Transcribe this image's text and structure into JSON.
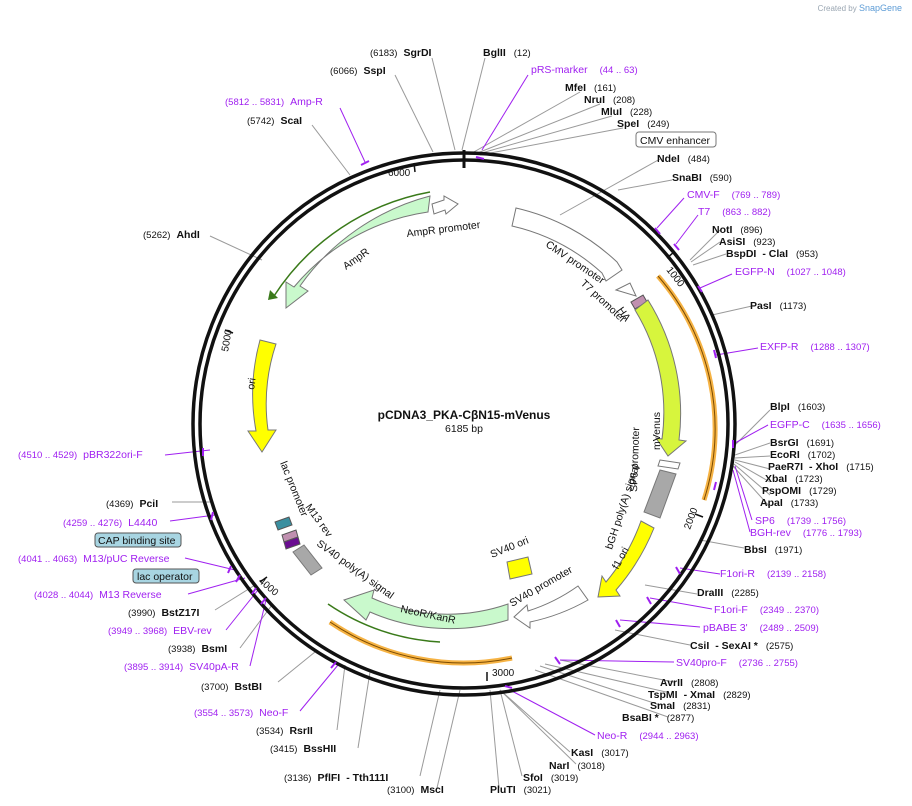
{
  "credit": {
    "prefix": "Created by",
    "brand": "SnapGene"
  },
  "plasmid": {
    "name": "pCDNA3_PKA-CβN15-mVenus",
    "length": "6185 bp",
    "total_bp": 6185
  },
  "ticks": [
    "1000",
    "2000",
    "3000",
    "4000",
    "5000",
    "6000"
  ],
  "colors": {
    "backbone": "#111111",
    "primer": "#a020f0",
    "site_line": "#9a9a9a",
    "primer_line": "#a020f0",
    "ampr": "#c9f9cc",
    "ori": "#ffff00",
    "promoter": "#ffffff",
    "mvenus": "#d7f53d",
    "polyA": "#a8a8a8",
    "orange_primer": "#f5a623"
  },
  "features": [
    {
      "id": "cmv-enhancer-label",
      "label": "CMV enhancer"
    },
    {
      "id": "cmv-promoter",
      "label": "CMV promoter"
    },
    {
      "id": "t7-promoter",
      "label": "T7 promoter"
    },
    {
      "id": "ha",
      "label": "HA"
    },
    {
      "id": "mvenus",
      "label": "mVenus"
    },
    {
      "id": "sp6-promoter",
      "label": "SP6 promoter"
    },
    {
      "id": "bgh-polya",
      "label": "bGH poly(A) signal"
    },
    {
      "id": "f1-ori",
      "label": "f1 ori"
    },
    {
      "id": "sv40-promoter",
      "label": "SV40 promoter"
    },
    {
      "id": "sv40-ori",
      "label": "SV40 ori"
    },
    {
      "id": "neor",
      "label": "NeoR/KanR"
    },
    {
      "id": "sv40-polya",
      "label": "SV40 poly(A) signal"
    },
    {
      "id": "m13-rev",
      "label": "M13 rev"
    },
    {
      "id": "lac-promoter",
      "label": "lac promoter"
    },
    {
      "id": "ori",
      "label": "ori"
    },
    {
      "id": "ampr",
      "label": "AmpR"
    },
    {
      "id": "ampr-promoter",
      "label": "AmpR promoter"
    },
    {
      "id": "cap-binding-site",
      "label": "CAP binding site"
    },
    {
      "id": "lac-operator",
      "label": "lac operator"
    }
  ],
  "sites": [
    {
      "name": "SgrDI",
      "pos": "(6183)"
    },
    {
      "name": "BglII",
      "pos": "(12)"
    },
    {
      "name": "SspI",
      "pos": "(6066)"
    },
    {
      "name": "MfeI",
      "pos": "(161)"
    },
    {
      "name": "NruI",
      "pos": "(208)"
    },
    {
      "name": "MluI",
      "pos": "(228)"
    },
    {
      "name": "ScaI",
      "pos": "(5742)"
    },
    {
      "name": "SpeI",
      "pos": "(249)"
    },
    {
      "name": "NdeI",
      "pos": "(484)"
    },
    {
      "name": "SnaBI",
      "pos": "(590)"
    },
    {
      "name": "AhdI",
      "pos": "(5262)"
    },
    {
      "name": "NotI",
      "pos": "(896)"
    },
    {
      "name": "AsiSI",
      "pos": "(923)"
    },
    {
      "name": "BspDI",
      "pos": "- ClaI",
      "pos2": "(953)"
    },
    {
      "name": "PasI",
      "pos": "(1173)"
    },
    {
      "name": "BlpI",
      "pos": "(1603)"
    },
    {
      "name": "BsrGI",
      "pos": "(1691)"
    },
    {
      "name": "EcoRI",
      "pos": "(1702)"
    },
    {
      "name": "PaeR7I",
      "pos": "- XhoI",
      "pos2": "(1715)"
    },
    {
      "name": "XbaI",
      "pos": "(1723)"
    },
    {
      "name": "PspOMI",
      "pos": "(1729)"
    },
    {
      "name": "ApaI",
      "pos": "(1733)"
    },
    {
      "name": "PciI",
      "pos": "(4369)"
    },
    {
      "name": "BbsI",
      "pos": "(1971)"
    },
    {
      "name": "DraIII",
      "pos": "(2285)"
    },
    {
      "name": "BstZ17I",
      "pos": "(3990)"
    },
    {
      "name": "CsiI",
      "pos": "- SexAI *",
      "pos2": "(2575)"
    },
    {
      "name": "BsmI",
      "pos": "(3938)"
    },
    {
      "name": "AvrII",
      "pos": "(2808)"
    },
    {
      "name": "TspMI",
      "pos": "- XmaI",
      "pos2": "(2829)"
    },
    {
      "name": "BstBI",
      "pos": "(3700)"
    },
    {
      "name": "SmaI",
      "pos": "(2831)"
    },
    {
      "name": "BsaBI *",
      "pos": "(2877)"
    },
    {
      "name": "RsrII",
      "pos": "(3534)"
    },
    {
      "name": "BssHII",
      "pos": "(3415)"
    },
    {
      "name": "KasI",
      "pos": "(3017)"
    },
    {
      "name": "NarI",
      "pos": "(3018)"
    },
    {
      "name": "PflFI",
      "pos": "- Tth111I",
      "pos2": "(3136)"
    },
    {
      "name": "SfoI",
      "pos": "(3019)"
    },
    {
      "name": "MscI",
      "pos": "(3100)"
    },
    {
      "name": "PluTI",
      "pos": "(3021)"
    }
  ],
  "primers": [
    {
      "name": "pRS-marker",
      "range": "(44 .. 63)"
    },
    {
      "name": "Amp-R",
      "range": "(5812 .. 5831)"
    },
    {
      "name": "CMV-F",
      "range": "(769 .. 789)"
    },
    {
      "name": "T7",
      "range": "(863 .. 882)"
    },
    {
      "name": "EGFP-N",
      "range": "(1027 .. 1048)"
    },
    {
      "name": "EXFP-R",
      "range": "(1288 .. 1307)"
    },
    {
      "name": "EGFP-C",
      "range": "(1635 .. 1656)"
    },
    {
      "name": "pBR322ori-F",
      "range": "(4510 .. 4529)"
    },
    {
      "name": "L4440",
      "range": "(4259 .. 4276)"
    },
    {
      "name": "SP6",
      "range": "(1739 .. 1756)"
    },
    {
      "name": "BGH-rev",
      "range": "(1776 .. 1793)"
    },
    {
      "name": "M13/pUC Reverse",
      "range": "(4041 .. 4063)"
    },
    {
      "name": "F1ori-R",
      "range": "(2139 .. 2158)"
    },
    {
      "name": "M13 Reverse",
      "range": "(4028 .. 4044)"
    },
    {
      "name": "F1ori-F",
      "range": "(2349 .. 2370)"
    },
    {
      "name": "EBV-rev",
      "range": "(3949 .. 3968)"
    },
    {
      "name": "pBABE 3'",
      "range": "(2489 .. 2509)"
    },
    {
      "name": "SV40pA-R",
      "range": "(3895 .. 3914)"
    },
    {
      "name": "SV40pro-F",
      "range": "(2736 .. 2755)"
    },
    {
      "name": "Neo-F",
      "range": "(3554 .. 3573)"
    },
    {
      "name": "Neo-R",
      "range": "(2944 .. 2963)"
    }
  ]
}
